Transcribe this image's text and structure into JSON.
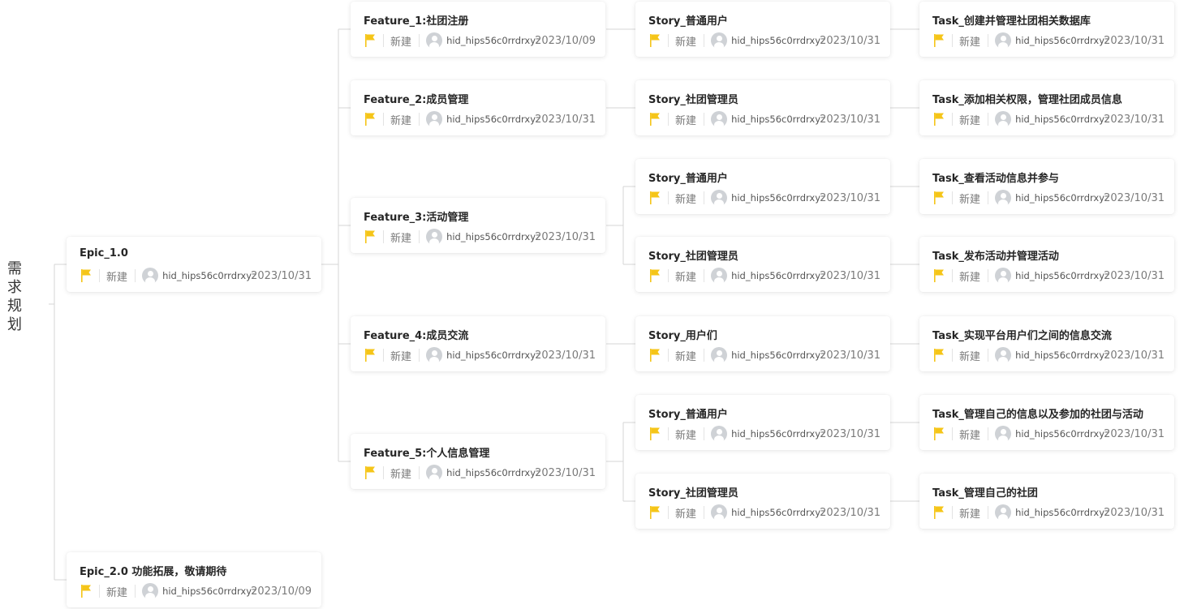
{
  "root": {
    "label": "需求规划"
  },
  "nodes": [
    {
      "title": "Epic_1.0",
      "status": "新建",
      "user": "hid_hips56c0rrdrxyz",
      "date": "2023/10/31",
      "flag_color": "#f5c518"
    },
    {
      "title": "Epic_2.0 功能拓展，敬请期待",
      "status": "新建",
      "user": "hid_hips56c0rrdrxyz",
      "date": "2023/10/09",
      "flag_color": "#f5c518"
    },
    {
      "title": "Feature_1:社团注册",
      "status": "新建",
      "user": "hid_hips56c0rrdrxyz",
      "date": "2023/10/09",
      "flag_color": "#f5c518"
    },
    {
      "title": "Feature_2:成员管理",
      "status": "新建",
      "user": "hid_hips56c0rrdrxyz",
      "date": "2023/10/31",
      "flag_color": "#f5c518"
    },
    {
      "title": "Feature_3:活动管理",
      "status": "新建",
      "user": "hid_hips56c0rrdrxyz",
      "date": "2023/10/31",
      "flag_color": "#f5c518"
    },
    {
      "title": "Feature_4:成员交流",
      "status": "新建",
      "user": "hid_hips56c0rrdrxyz",
      "date": "2023/10/31",
      "flag_color": "#f5c518"
    },
    {
      "title": "Feature_5:个人信息管理",
      "status": "新建",
      "user": "hid_hips56c0rrdrxyz",
      "date": "2023/10/31",
      "flag_color": "#f5c518"
    },
    {
      "title": "Story_普通用户",
      "status": "新建",
      "user": "hid_hips56c0rrdrxyz",
      "date": "2023/10/31",
      "flag_color": "#f5c518"
    },
    {
      "title": "Story_社团管理员",
      "status": "新建",
      "user": "hid_hips56c0rrdrxyz",
      "date": "2023/10/31",
      "flag_color": "#f5c518"
    },
    {
      "title": "Story_普通用户",
      "status": "新建",
      "user": "hid_hips56c0rrdrxyz",
      "date": "2023/10/31",
      "flag_color": "#f5c518"
    },
    {
      "title": "Story_社团管理员",
      "status": "新建",
      "user": "hid_hips56c0rrdrxyz",
      "date": "2023/10/31",
      "flag_color": "#f5c518"
    },
    {
      "title": "Story_用户们",
      "status": "新建",
      "user": "hid_hips56c0rrdrxyz",
      "date": "2023/10/31",
      "flag_color": "#f5c518"
    },
    {
      "title": "Story_普通用户",
      "status": "新建",
      "user": "hid_hips56c0rrdrxyz",
      "date": "2023/10/31",
      "flag_color": "#f5c518"
    },
    {
      "title": "Story_社团管理员",
      "status": "新建",
      "user": "hid_hips56c0rrdrxyz",
      "date": "2023/10/31",
      "flag_color": "#f5c518"
    },
    {
      "title": "Task_创建并管理社团相关数据库",
      "status": "新建",
      "user": "hid_hips56c0rrdrxyz",
      "date": "2023/10/31",
      "flag_color": "#f5c518"
    },
    {
      "title": "Task_添加相关权限，管理社团成员信息",
      "status": "新建",
      "user": "hid_hips56c0rrdrxyz",
      "date": "2023/10/31",
      "flag_color": "#f5c518"
    },
    {
      "title": "Task_查看活动信息并参与",
      "status": "新建",
      "user": "hid_hips56c0rrdrxyz",
      "date": "2023/10/31",
      "flag_color": "#f5c518"
    },
    {
      "title": "Task_发布活动并管理活动",
      "status": "新建",
      "user": "hid_hips56c0rrdrxyz",
      "date": "2023/10/31",
      "flag_color": "#f5c518"
    },
    {
      "title": "Task_实现平台用户们之间的信息交流",
      "status": "新建",
      "user": "hid_hips56c0rrdrxyz",
      "date": "2023/10/31",
      "flag_color": "#f5c518"
    },
    {
      "title": "Task_管理自己的信息以及参加的社团与活动",
      "status": "新建",
      "user": "hid_hips56c0rrdrxyz",
      "date": "2023/10/31",
      "flag_color": "#f5c518"
    },
    {
      "title": "Task_管理自己的社团",
      "status": "新建",
      "user": "hid_hips56c0rrdrxyz",
      "date": "2023/10/31",
      "flag_color": "#f5c518"
    }
  ],
  "colors": {
    "connector": "#d9d9d9",
    "flag": "#f5c518"
  }
}
